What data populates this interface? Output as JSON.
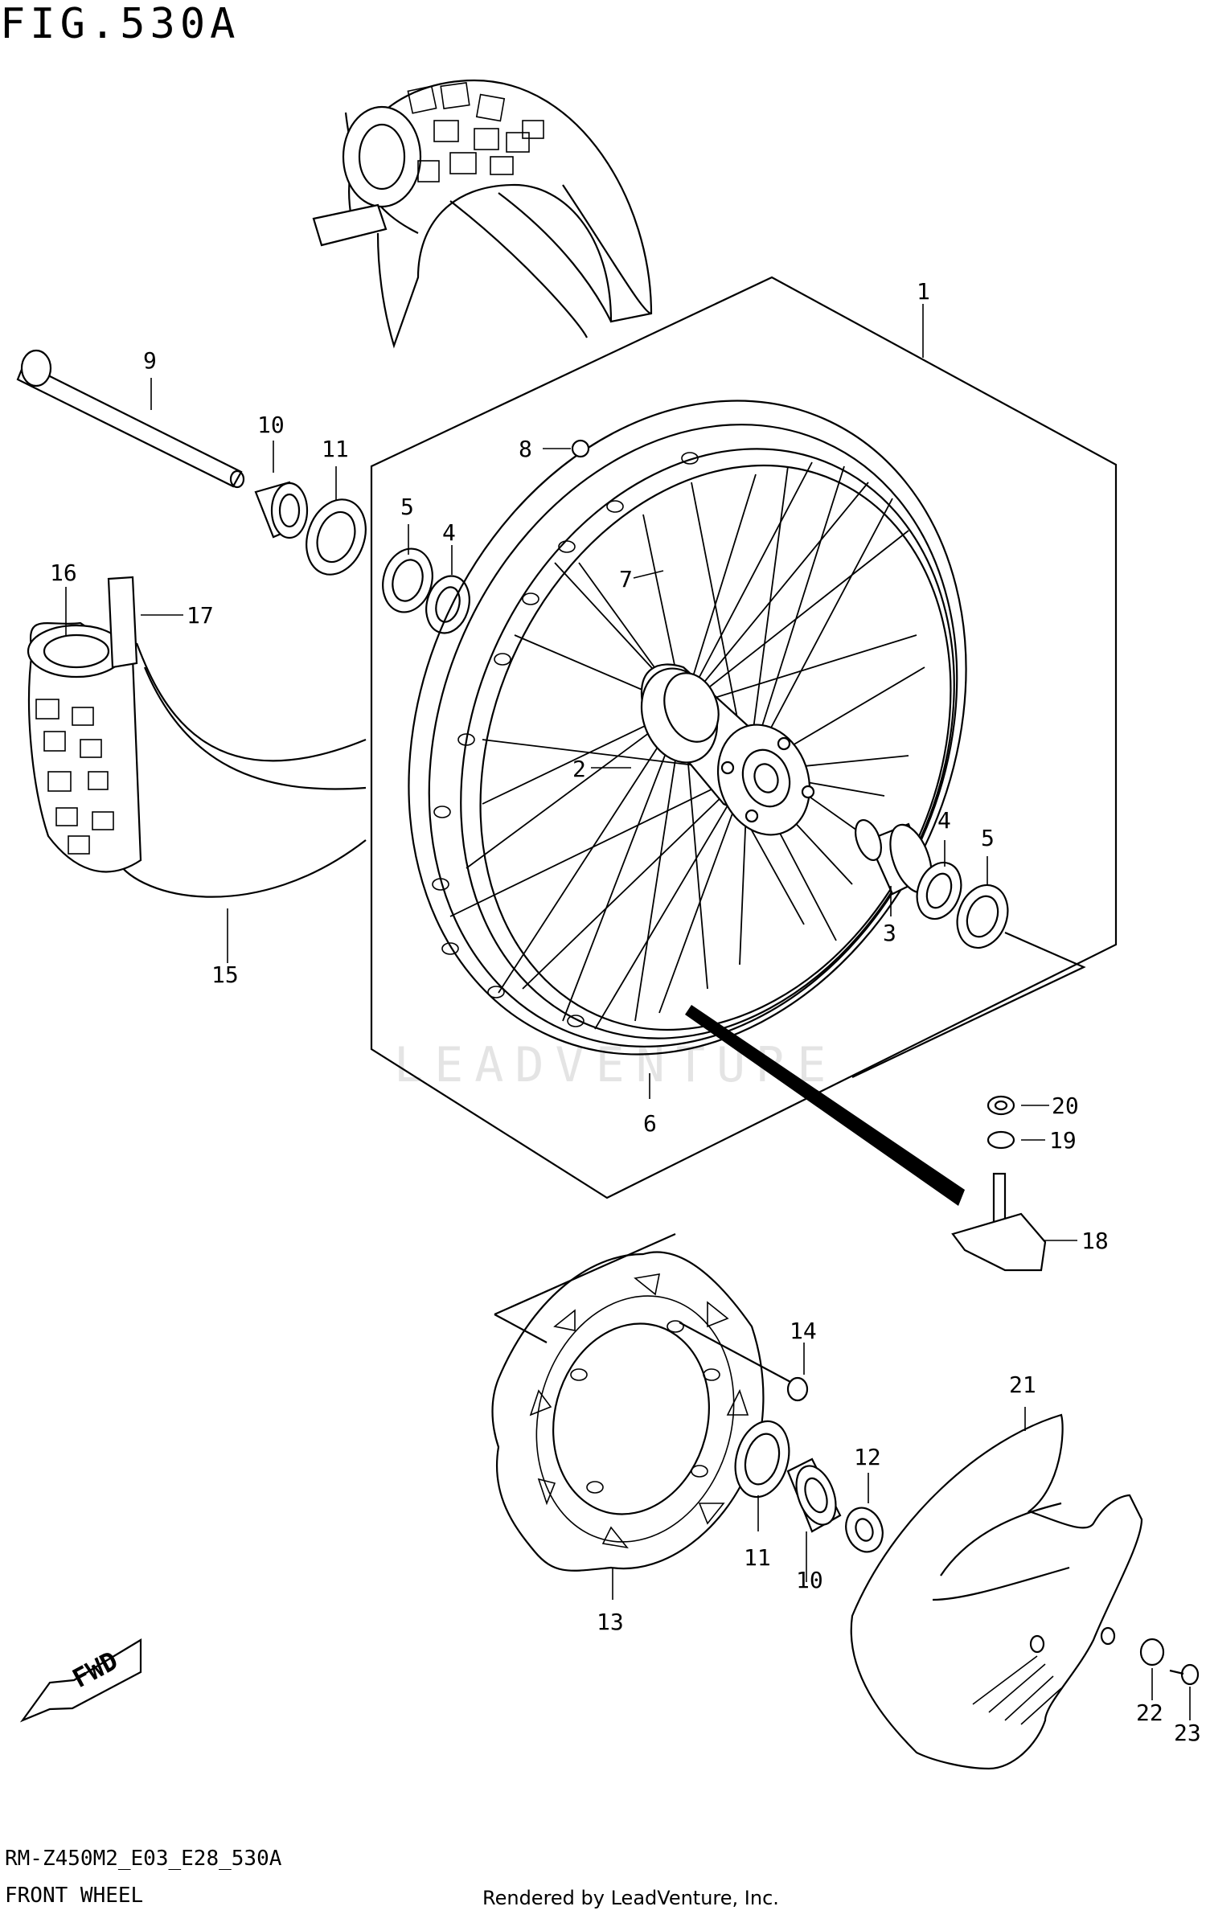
{
  "figure": {
    "title": "FIG.530A",
    "code": "RM-Z450M2_E03_E28_530A",
    "name": "FRONT WHEEL",
    "rendered_by": "Rendered by LeadVenture, Inc."
  },
  "watermark": "LEADVENTURE",
  "fwd_badge": "FWD",
  "callouts": {
    "c1": "1",
    "c2": "2",
    "c3": "3",
    "c4a": "4",
    "c4b": "4",
    "c5a": "5",
    "c5b": "5",
    "c6": "6",
    "c7": "7",
    "c8": "8",
    "c9": "9",
    "c10a": "10",
    "c10b": "10",
    "c11a": "11",
    "c11b": "11",
    "c12": "12",
    "c13": "13",
    "c14": "14",
    "c15": "15",
    "c16": "16",
    "c17": "17",
    "c18": "18",
    "c19": "19",
    "c20": "20",
    "c21": "21",
    "c22": "22",
    "c23": "23"
  }
}
